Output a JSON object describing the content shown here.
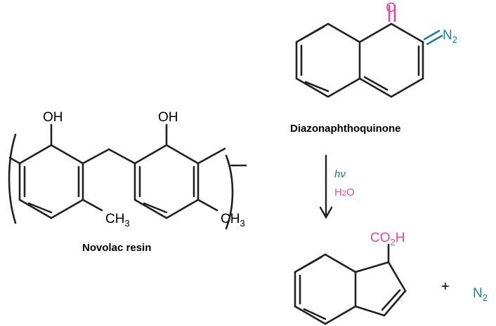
{
  "figure": {
    "title_novolac": "Novolac resin",
    "title_dnq": "Diazonaphthoquinone",
    "conditions": {
      "light": "hν",
      "water_h": "H",
      "water_2": "2",
      "water_o": "O"
    },
    "plus_sign": "+"
  },
  "colors": {
    "bond_black": "#231f20",
    "pink": "#e0489a",
    "teal": "#1f7f99",
    "hv_teal": "#1f6f6f",
    "background": "#ffffff"
  },
  "labels": {
    "oh_left": "OH",
    "oh_right": "OH",
    "ch3_left_c": "CH",
    "ch3_left_3": "3",
    "ch3_right_c": "CH",
    "ch3_right_3": "3",
    "dnq_o": "O",
    "dnq_n": "N",
    "dnq_n_sub": "2",
    "product_co2h_c": "CO",
    "product_co2h_2": "2",
    "product_co2h_h": "H",
    "byproduct_n": "N",
    "byproduct_n_sub": "2"
  },
  "structures": {
    "novolac": {
      "name": "Novolac resin",
      "description": "polymer repeat unit with two phenol rings, methylene bridge, methyl substituents, enclosed in brackets"
    },
    "diazonaphthoquinone": {
      "name": "Diazonaphthoquinone",
      "description": "naphthalene fused bicyclic with ketone O and diazo N2"
    },
    "product": {
      "name": "indene carboxylic acid",
      "description": "bicyclic indene ring with CO2H substituent"
    }
  }
}
